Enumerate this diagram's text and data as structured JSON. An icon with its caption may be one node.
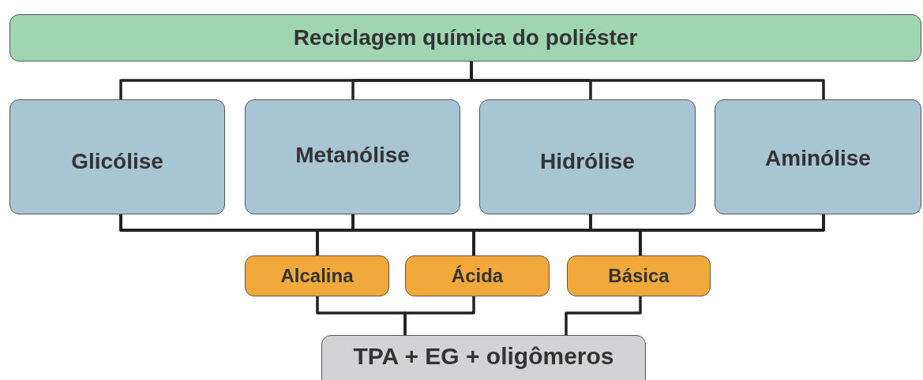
{
  "diagram": {
    "nodes": [
      {
        "text": [
          "Reciclagem química do poliéster"
        ]
      },
      {
        "text": [
          "Glicólise"
        ]
      },
      {
        "text": [
          "Metanólise"
        ]
      },
      {
        "text": [
          "Hidrólise"
        ]
      },
      {
        "text": [
          "Aminólise"
        ]
      },
      {
        "text": [
          "Alcalina"
        ]
      },
      {
        "text": [
          "Ácida"
        ]
      },
      {
        "text": [
          "Básica"
        ]
      },
      {
        "text": [
          "TPA + EG + oligômeros"
        ]
      }
    ],
    "edges": [
      {
        "from": 0,
        "to": 1,
        "arrow": "none"
      },
      {
        "from": 0,
        "to": 2,
        "arrow": "none"
      },
      {
        "from": 0,
        "to": 3,
        "arrow": "none"
      },
      {
        "from": 0,
        "to": 4,
        "arrow": "none"
      },
      {
        "from": 1,
        "to": 5,
        "arrow": "none"
      },
      {
        "from": 1,
        "to": 6,
        "arrow": "none"
      },
      {
        "from": 1,
        "to": 7,
        "arrow": "none"
      },
      {
        "from": 2,
        "to": 5,
        "arrow": "none"
      },
      {
        "from": 2,
        "to": 6,
        "arrow": "none"
      },
      {
        "from": 2,
        "to": 7,
        "arrow": "none"
      },
      {
        "from": 3,
        "to": 5,
        "arrow": "none"
      },
      {
        "from": 3,
        "to": 6,
        "arrow": "none"
      },
      {
        "from": 3,
        "to": 7,
        "arrow": "none"
      },
      {
        "from": 4,
        "to": 5,
        "arrow": "none"
      },
      {
        "from": 4,
        "to": 6,
        "arrow": "none"
      },
      {
        "from": 4,
        "to": 7,
        "arrow": "none"
      },
      {
        "from": 5,
        "to": 8,
        "arrow": "none"
      },
      {
        "from": 6,
        "to": 8,
        "arrow": "none"
      },
      {
        "from": 7,
        "to": 8,
        "arrow": "none"
      }
    ]
  }
}
